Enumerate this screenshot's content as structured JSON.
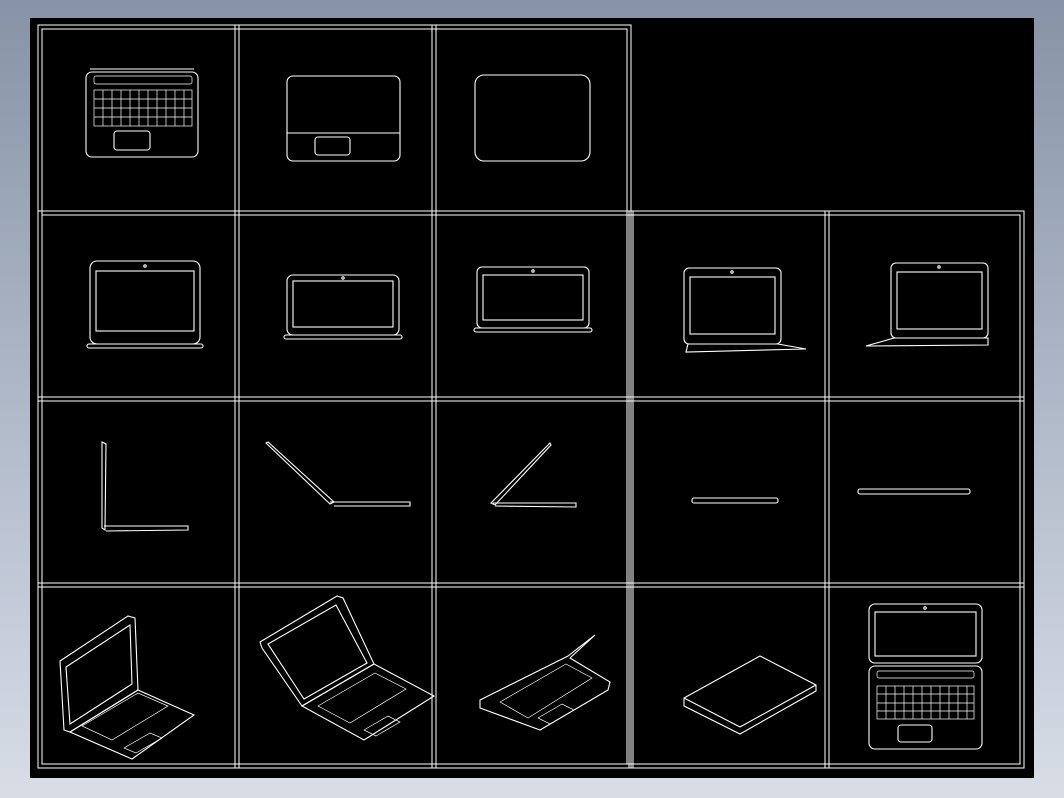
{
  "app": {
    "title": ""
  },
  "colors": {
    "background": "#000000",
    "lines": "#ffffff",
    "outer": "#8793a6"
  },
  "sheet": {
    "rows": 4,
    "columns": 5,
    "views": [
      [
        "keyboard-deck-top-view",
        "base-bottom-view",
        "lid-back-view",
        "",
        ""
      ],
      [
        "front-view",
        "front-view-2",
        "front-view-3",
        "front-view-4",
        "front-view-5"
      ],
      [
        "side-view-open-90",
        "side-view-open-135",
        "side-view-open-45",
        "side-view-closed",
        "side-view-closed-2"
      ],
      [
        "iso-view-open",
        "iso-view-open-2",
        "iso-view-flat",
        "iso-view-closed",
        "top-view-unfolded"
      ]
    ]
  }
}
